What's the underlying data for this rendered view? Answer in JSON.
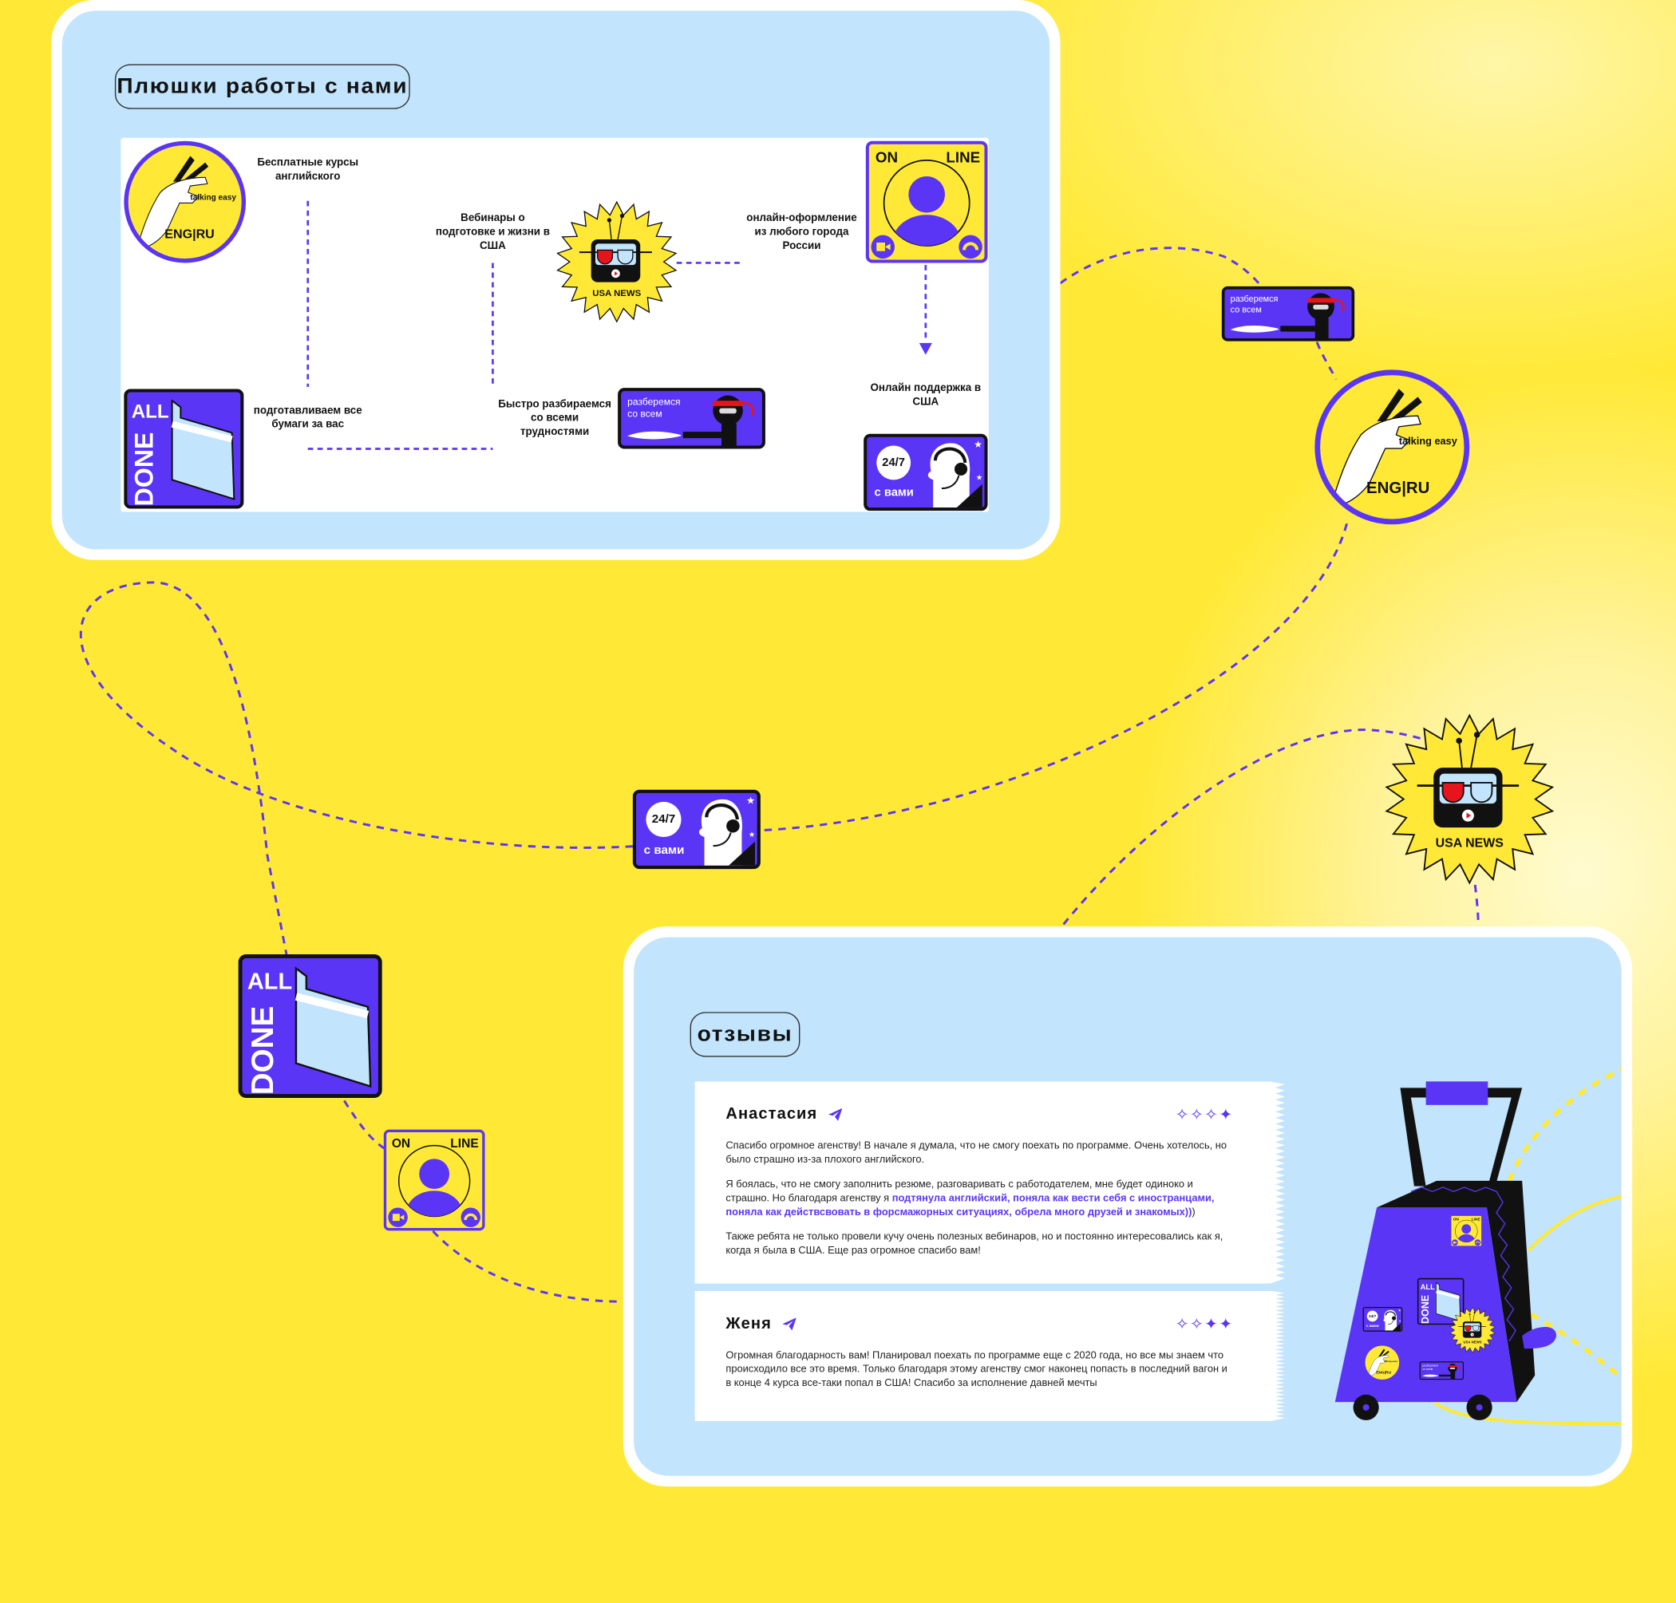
{
  "perks_section": {
    "title": "Плюшки работы с нами",
    "items": [
      {
        "label": "Бесплатные курсы английского"
      },
      {
        "label": "Вебинары о подготовке и жизни в США"
      },
      {
        "label": "онлайн-оформление из любого города России"
      },
      {
        "label": "Онлайн поддержка в США"
      },
      {
        "label": "подготавливаем все бумаги за вас"
      },
      {
        "label": "Быстро разбираемся со всеми трудностями"
      }
    ]
  },
  "stickers": {
    "online": {
      "on": "ON",
      "line": "LINE"
    },
    "eng": {
      "tagline": "talking easy",
      "label": "ENG|RU"
    },
    "news": {
      "label": "USA NEWS"
    },
    "done": {
      "all": "ALL",
      "done": "DONE"
    },
    "ninja": {
      "label": "разберемся со всем"
    },
    "support": {
      "badge": "24/7",
      "label": "с вами"
    }
  },
  "reviews_section": {
    "title": "отзывы",
    "reviews": [
      {
        "name": "Анастасия",
        "rating": 1,
        "max_rating": 4,
        "p1": "Спасибо огромное агенству! В начале я думала, что не смогу поехать по программе. Очень хотелось, но было страшно из-за плохого английского.",
        "p2_start": "Я боялась, что не смогу заполнить резюме, разговаривать с работодателем, мне будет одиноко и страшно. Но благодаря агенству я ",
        "p2_highlight": "подтянула английский, поняла как вести себя с иностранцами, поняла как действсвовать в форсмажорных ситуациях, обрела много друзей и знакомых))",
        "p2_end": ")",
        "p3": "Также ребята не только провели кучу очень полезных вебинаров, но и постоянно интересовались как я, когда я была в США. Еще раз огромное спасибо вам!"
      },
      {
        "name": "Женя",
        "rating": 2,
        "max_rating": 4,
        "p1": "Огромная благодарность вам! Планировал поехать по программе еще с 2020 года, но все мы знаем что происходило все это время. Только благодаря этому агенству смог наконец попасть в последний вагон и в конце 4 курса все-таки попал в США! Спасибо за исполнение давней мечты"
      }
    ]
  },
  "colors": {
    "yellow": "#FFE936",
    "purple": "#5B35F5",
    "light_blue": "#C2E4FD",
    "red": "#E8141C"
  }
}
